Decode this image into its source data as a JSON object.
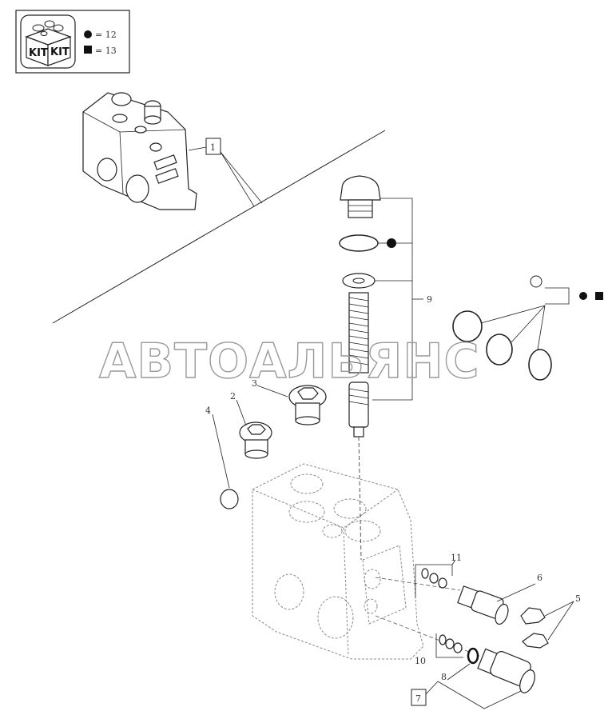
{
  "kit": {
    "box_left_label": "KIT",
    "box_right_label": "KIT",
    "legend": [
      {
        "symbol": "circle",
        "text": "= 12"
      },
      {
        "symbol": "square",
        "text": "= 13"
      }
    ]
  },
  "watermark": "АВТОАЛЬЯНС",
  "callouts": {
    "c1": "1",
    "c2": "2",
    "c3": "3",
    "c4": "4",
    "c5": "5",
    "c6": "6",
    "c7": "7",
    "c8": "8",
    "c9": "9",
    "c10": "10",
    "c11": "11"
  }
}
